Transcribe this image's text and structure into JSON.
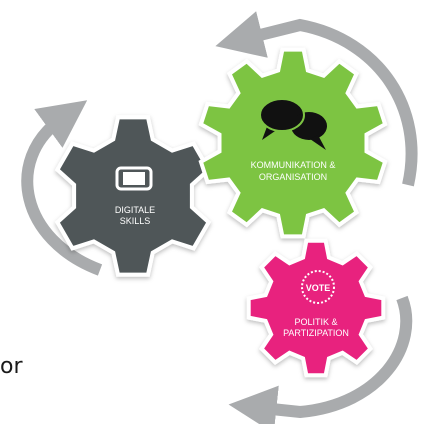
{
  "gears": [
    {
      "id": "digital",
      "line1": "DIGITALE",
      "line2": "SKILLS",
      "color": "#4f5659",
      "icon": "smartphone-icon"
    },
    {
      "id": "communication",
      "line1": "KOMMUNIKATION &",
      "line2": "ORGANISATION",
      "color": "#7dc443",
      "icon": "speech-bubbles-icon"
    },
    {
      "id": "politics",
      "line1": "POLITIK &",
      "line2": "PARTIZIPATION",
      "color": "#e8207e",
      "icon": "vote-stamp-icon",
      "icon_text": "VOTE"
    }
  ],
  "partial_text": "or",
  "arrow_color": "#a9abad"
}
